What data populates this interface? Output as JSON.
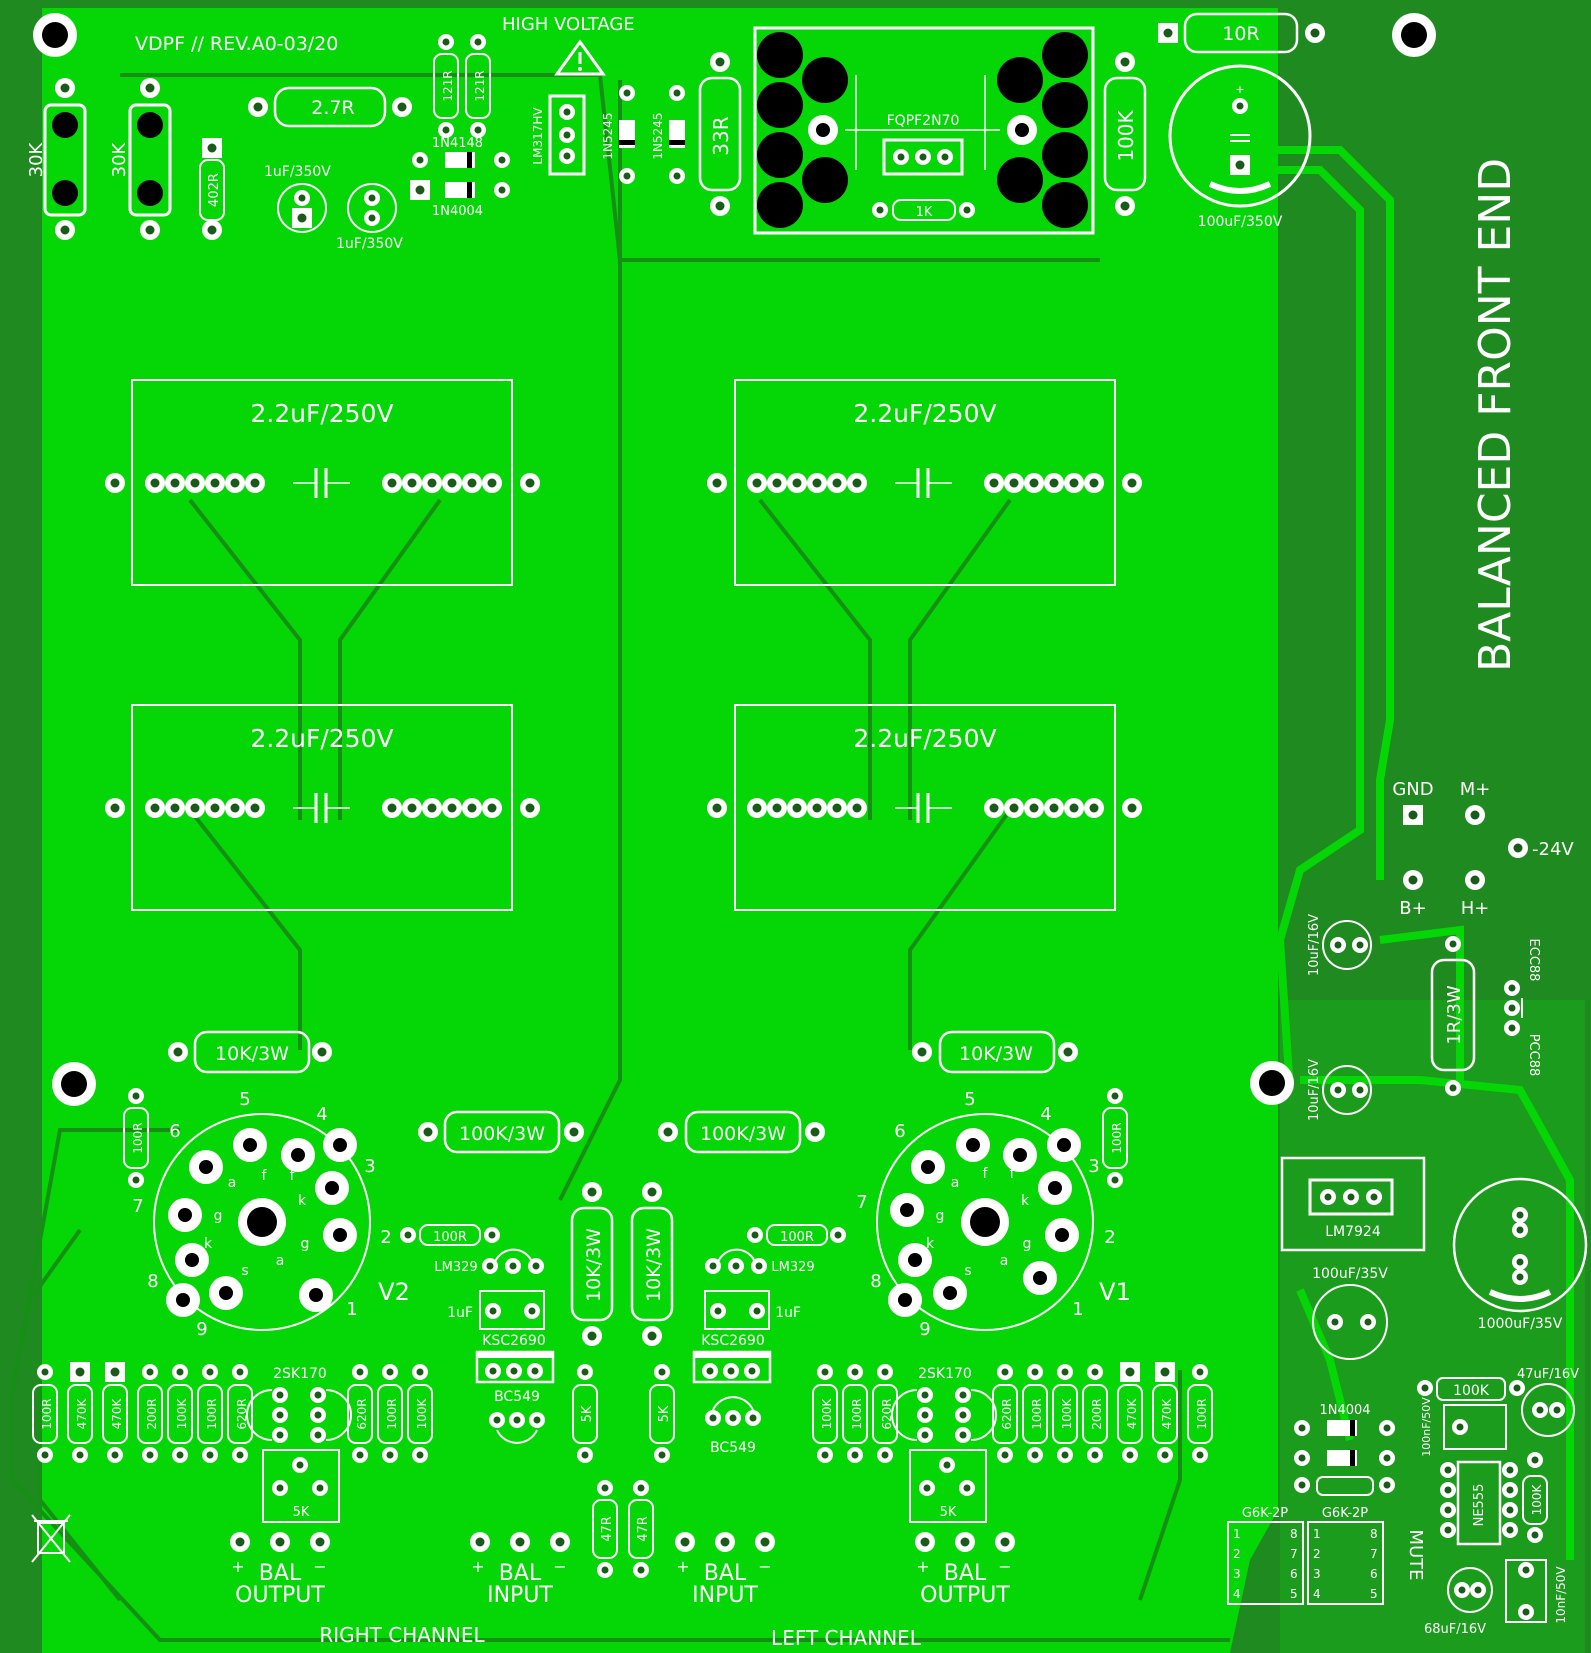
{
  "board": {
    "title": "BALANCED FRONT END",
    "revision": "VDPF // REV.A0-03/20",
    "high_voltage": "HIGH VOLTAGE",
    "right_channel": "RIGHT CHANNEL",
    "left_channel": "LEFT CHANNEL",
    "colors": {
      "substrate": "#1f8a1f",
      "copper": "#05d605",
      "silk": "#ffffff",
      "trace": "#1b9a1b"
    }
  },
  "psu": {
    "r30k_a": "30K",
    "r30k_b": "30K",
    "r402": "402R",
    "r27": "2.7R",
    "r121_a": "121R",
    "r121_b": "121R",
    "cap1": "1uF/350V",
    "cap2": "1uF/350V",
    "d1": "1N4148",
    "d2": "1N4004",
    "reg": "LM317HV",
    "z1": "1N5245",
    "z2": "1N5245",
    "r33": "33R",
    "mosfet": "FQPF2N70",
    "r1k": "1K",
    "r100k": "100K",
    "r10": "10R",
    "bigcap": "100uF/350V"
  },
  "caps": {
    "c1": "2.2uF/250V",
    "c2": "2.2uF/250V",
    "c3": "2.2uF/250V",
    "c4": "2.2uF/250V"
  },
  "power_pads": {
    "gnd": "GND",
    "m": "M+",
    "b": "B+",
    "h": "H+",
    "neg": "-24V"
  },
  "heater": {
    "c1": "10uF/16V",
    "c2": "10uF/16V",
    "r": "1R/3W",
    "tube_a": "ECC88",
    "tube_b": "PCC88",
    "reg": "LM7924",
    "cap_small": "100uF/35V",
    "cap_big": "1000uF/35V"
  },
  "mute": {
    "r1": "100K",
    "c1": "47uF/16V",
    "c2": "100nF/50V",
    "diode": "1N4004",
    "ic": "NE555",
    "r2": "100K",
    "relay1": "G6K-2P",
    "relay2": "G6K-2P",
    "label": "MUTE",
    "c3": "68uF/16V",
    "c4": "10nF/50V",
    "pins_l": [
      "1",
      "2",
      "3",
      "4"
    ],
    "pins_r": [
      "8",
      "7",
      "6",
      "5"
    ]
  },
  "tubes": {
    "v2": "V2",
    "v1": "V1",
    "pin_numbers": [
      "1",
      "2",
      "3",
      "4",
      "5",
      "6",
      "7",
      "8",
      "9"
    ],
    "elec": [
      "a",
      "g",
      "k",
      "f",
      "f",
      "a",
      "g",
      "k",
      "s"
    ]
  },
  "stage": {
    "r10k_l": "10K/3W",
    "r10k_r": "10K/3W",
    "r100k_l": "100K/3W",
    "r100k_r": "100K/3W",
    "r100_l": "100R",
    "r100_r": "100R",
    "rv_a": "10K/3W",
    "rv_b": "10K/3W",
    "r100b_l": "100R",
    "r100b_r": "100R",
    "lm_l": "LM329",
    "lm_r": "LM329",
    "cap_l": "1uF",
    "cap_r": "1uF",
    "ksc_l": "KSC2690",
    "ksc_r": "KSC2690",
    "bc_l": "BC549",
    "bc_r": "BC549",
    "pot5k_a": "5K",
    "pot5k_b": "5K",
    "jfet_l": "2SK170",
    "jfet_r": "2SK170",
    "trim_l": "5K",
    "trim_r": "5K",
    "r47_a": "47R",
    "r47_b": "47R"
  },
  "res_row_left": [
    "100R",
    "470K",
    "470K",
    "200R",
    "100K",
    "100R",
    "620R",
    "620R",
    "100R",
    "100K"
  ],
  "res_row_right": [
    "100K",
    "100R",
    "620R",
    "620R",
    "100R",
    "100K",
    "200R",
    "470K",
    "470K",
    "100R"
  ],
  "connectors": {
    "plus": "+",
    "minus": "−",
    "bal": "BAL",
    "output": "OUTPUT",
    "input": "INPUT"
  }
}
